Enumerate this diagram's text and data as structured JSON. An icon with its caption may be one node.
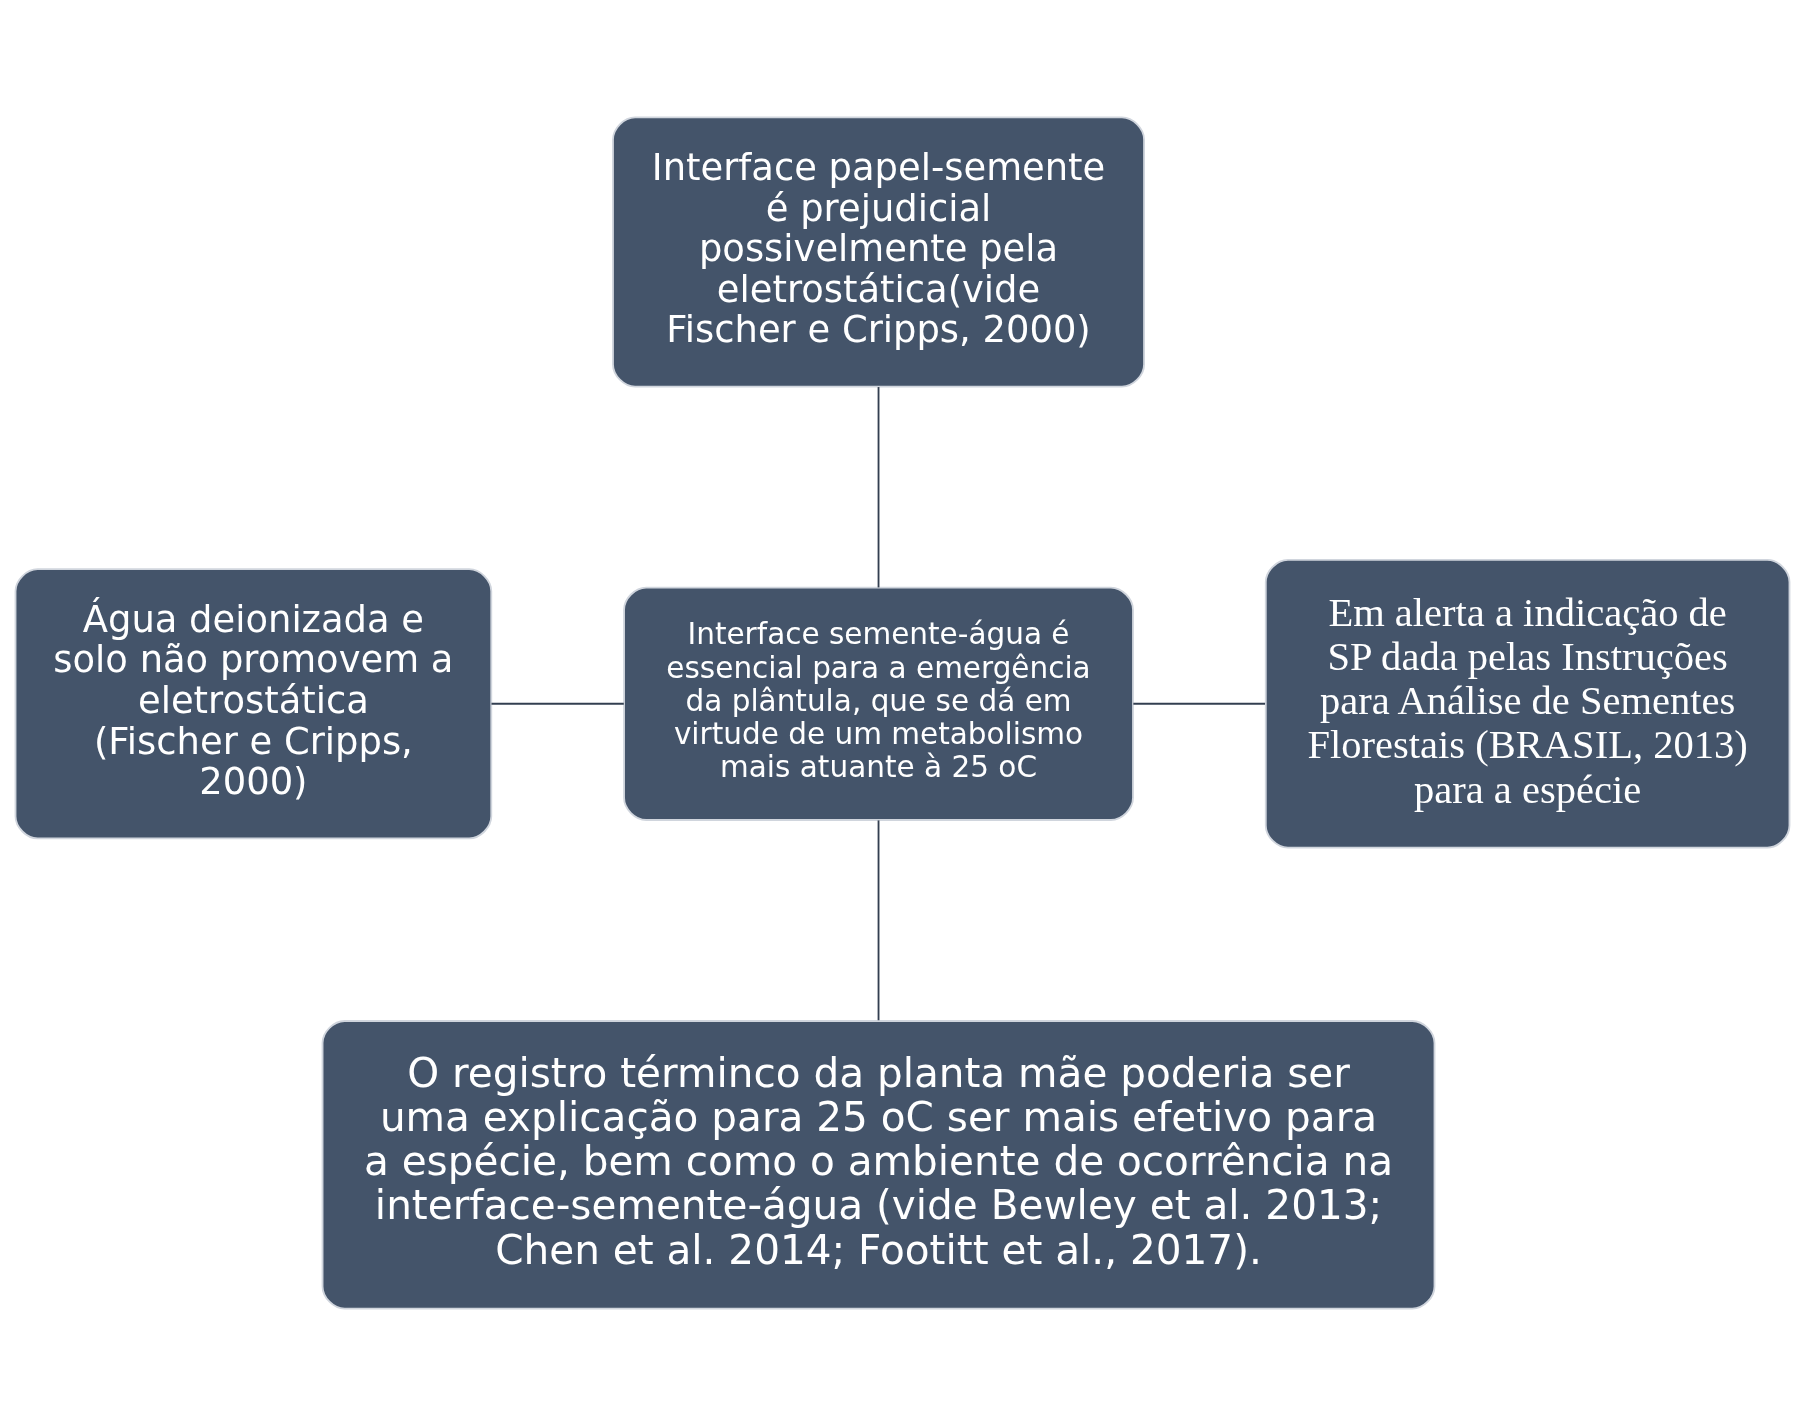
{
  "diagram": {
    "nodes": [
      {
        "text": [
          "Interface papel-semente é prejudicial possivelmente pela eletrostática(vide Fischer e Cripps, 2000)"
        ]
      },
      {
        "text": [
          "Água deionizada e solo não promovem a eletrostática (Fischer e Cripps, 2000)"
        ]
      },
      {
        "text": [
          "Interface semente-água é essencial para a emergência da plântula, que se dá em virtude de um metabolismo mais atuante à 25 oC"
        ]
      },
      {
        "text": [
          "Em alerta a indicação de SP dada pelas Instruções para Análise de Sementes Florestais (BRASIL, 2013) para a espécie"
        ]
      },
      {
        "text": [
          "O registro términco da planta mãe poderia ser uma explicação para 25 oC ser mais efetivo para a espécie, bem como o ambiente de ocorrência na interface-semente-água (vide Bewley et al. 2013; Chen et al. 2014; Footitt et al., 2017)."
        ]
      }
    ],
    "edges": [
      {
        "from": 0,
        "to": 2,
        "arrow": "none"
      },
      {
        "from": 1,
        "to": 2,
        "arrow": "none"
      },
      {
        "from": 2,
        "to": 3,
        "arrow": "none"
      },
      {
        "from": 2,
        "to": 4,
        "arrow": "none"
      }
    ]
  }
}
